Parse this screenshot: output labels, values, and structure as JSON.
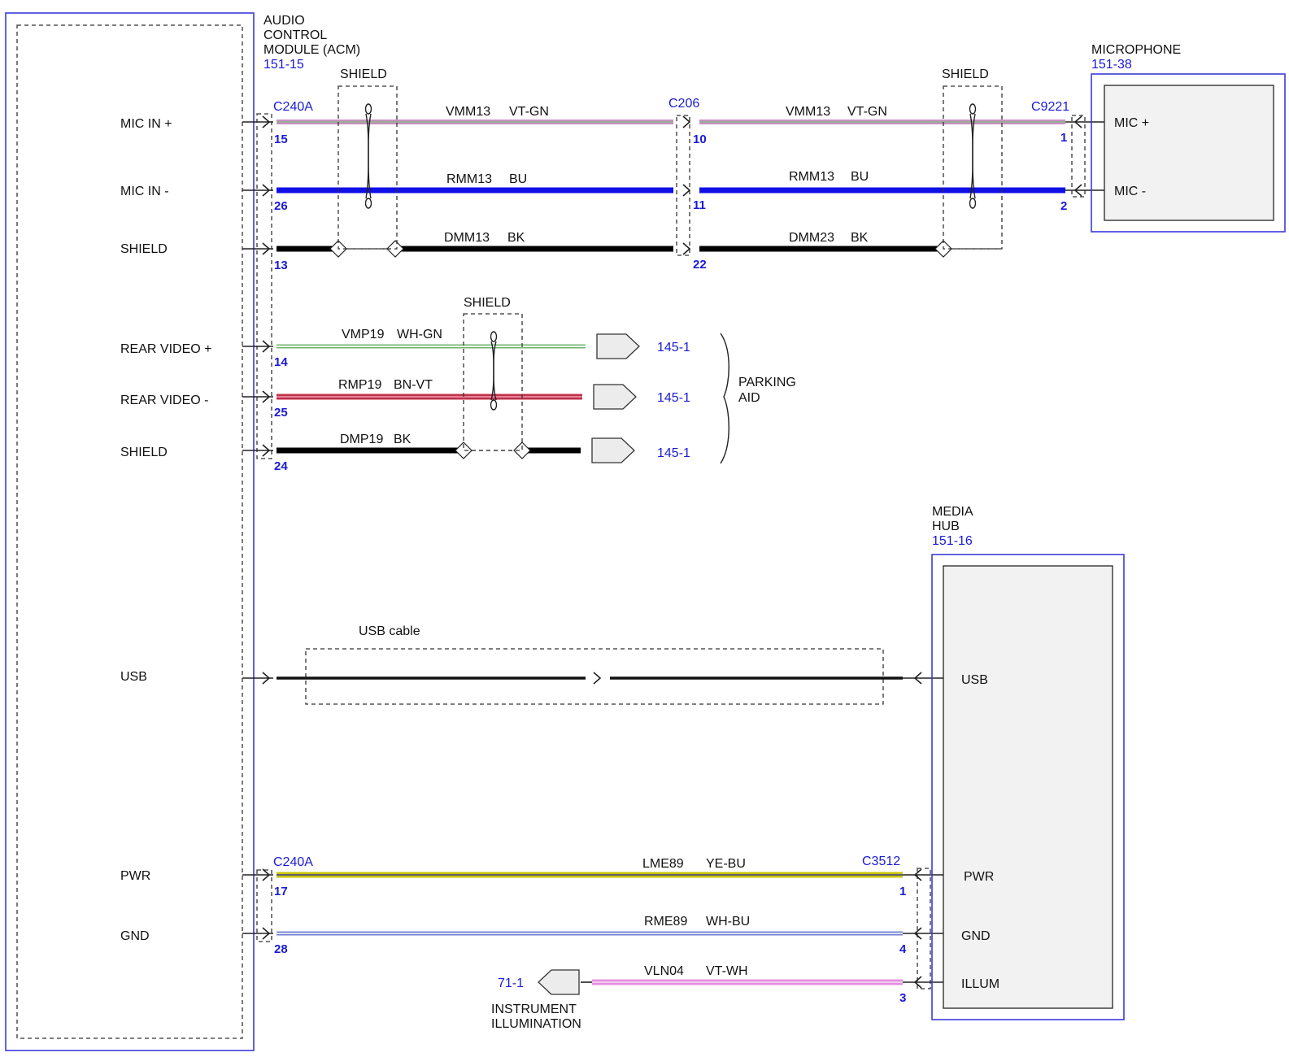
{
  "colors": {
    "module_outline": "#3b3bdc",
    "connector_text": "#1a1ad6",
    "wire_VT_GN": "#c98fc0",
    "wire_BU": "#1010e6",
    "wire_BK": "#000000",
    "wire_WH_GN": "#6fb36f",
    "wire_BN_VT": "#c0304a",
    "wire_YE_BU": "#c8c600",
    "wire_WH_BU": "#6f7fd0",
    "wire_VT_WH": "#e58fe0"
  },
  "acm": {
    "name_line1": "AUDIO",
    "name_line2": "CONTROL",
    "name_line3": "MODULE (ACM)",
    "ref": "151-15",
    "pins": {
      "mic_in_pos": "MIC IN +",
      "mic_in_neg": "MIC IN -",
      "shield_1": "SHIELD",
      "rear_video_pos": "REAR VIDEO +",
      "rear_video_neg": "REAR VIDEO -",
      "shield_2": "SHIELD",
      "usb": "USB",
      "pwr": "PWR",
      "gnd": "GND"
    }
  },
  "microphone": {
    "name": "MICROPHONE",
    "ref": "151-38",
    "pins": {
      "mic_pos": "MIC +",
      "mic_neg": "MIC -"
    }
  },
  "media_hub": {
    "name_line1": "MEDIA",
    "name_line2": "HUB",
    "ref": "151-16",
    "pins": {
      "usb": "USB",
      "pwr": "PWR",
      "gnd": "GND",
      "illum": "ILLUM"
    }
  },
  "connectors": {
    "acm_top": "C240A",
    "inline": "C206",
    "mic": "C9221",
    "acm_bottom": "C240A",
    "hub": "C3512"
  },
  "shield_label": "SHIELD",
  "usb_cable_label": "USB cable",
  "parking_aid": {
    "line1": "PARKING",
    "line2": "AID",
    "ref_1": "145-1",
    "ref_2": "145-1",
    "ref_3": "145-1"
  },
  "instrument_illumination": {
    "line1": "INSTRUMENT",
    "line2": "ILLUMINATION",
    "ref": "71-1"
  },
  "circuits": {
    "vmm13_a": {
      "circuit": "VMM13",
      "color": "VT-GN",
      "pin_from": "15",
      "pin_to": "10"
    },
    "vmm13_b": {
      "circuit": "VMM13",
      "color": "VT-GN",
      "pin_to": "1"
    },
    "rmm13_a": {
      "circuit": "RMM13",
      "color": "BU",
      "pin_from": "26",
      "pin_to": "11"
    },
    "rmm13_b": {
      "circuit": "RMM13",
      "color": "BU",
      "pin_to": "2"
    },
    "dmm13": {
      "circuit": "DMM13",
      "color": "BK",
      "pin_from": "13",
      "pin_to": "22"
    },
    "dmm23": {
      "circuit": "DMM23",
      "color": "BK"
    },
    "vmp19": {
      "circuit": "VMP19",
      "color": "WH-GN",
      "pin_from": "14"
    },
    "rmp19": {
      "circuit": "RMP19",
      "color": "BN-VT",
      "pin_from": "25"
    },
    "dmp19": {
      "circuit": "DMP19",
      "color": "BK",
      "pin_from": "24"
    },
    "lme89": {
      "circuit": "LME89",
      "color": "YE-BU",
      "pin_from": "17",
      "pin_to": "1"
    },
    "rme89": {
      "circuit": "RME89",
      "color": "WH-BU",
      "pin_from": "28",
      "pin_to": "4"
    },
    "vln04": {
      "circuit": "VLN04",
      "color": "VT-WH",
      "pin_to": "3"
    }
  }
}
